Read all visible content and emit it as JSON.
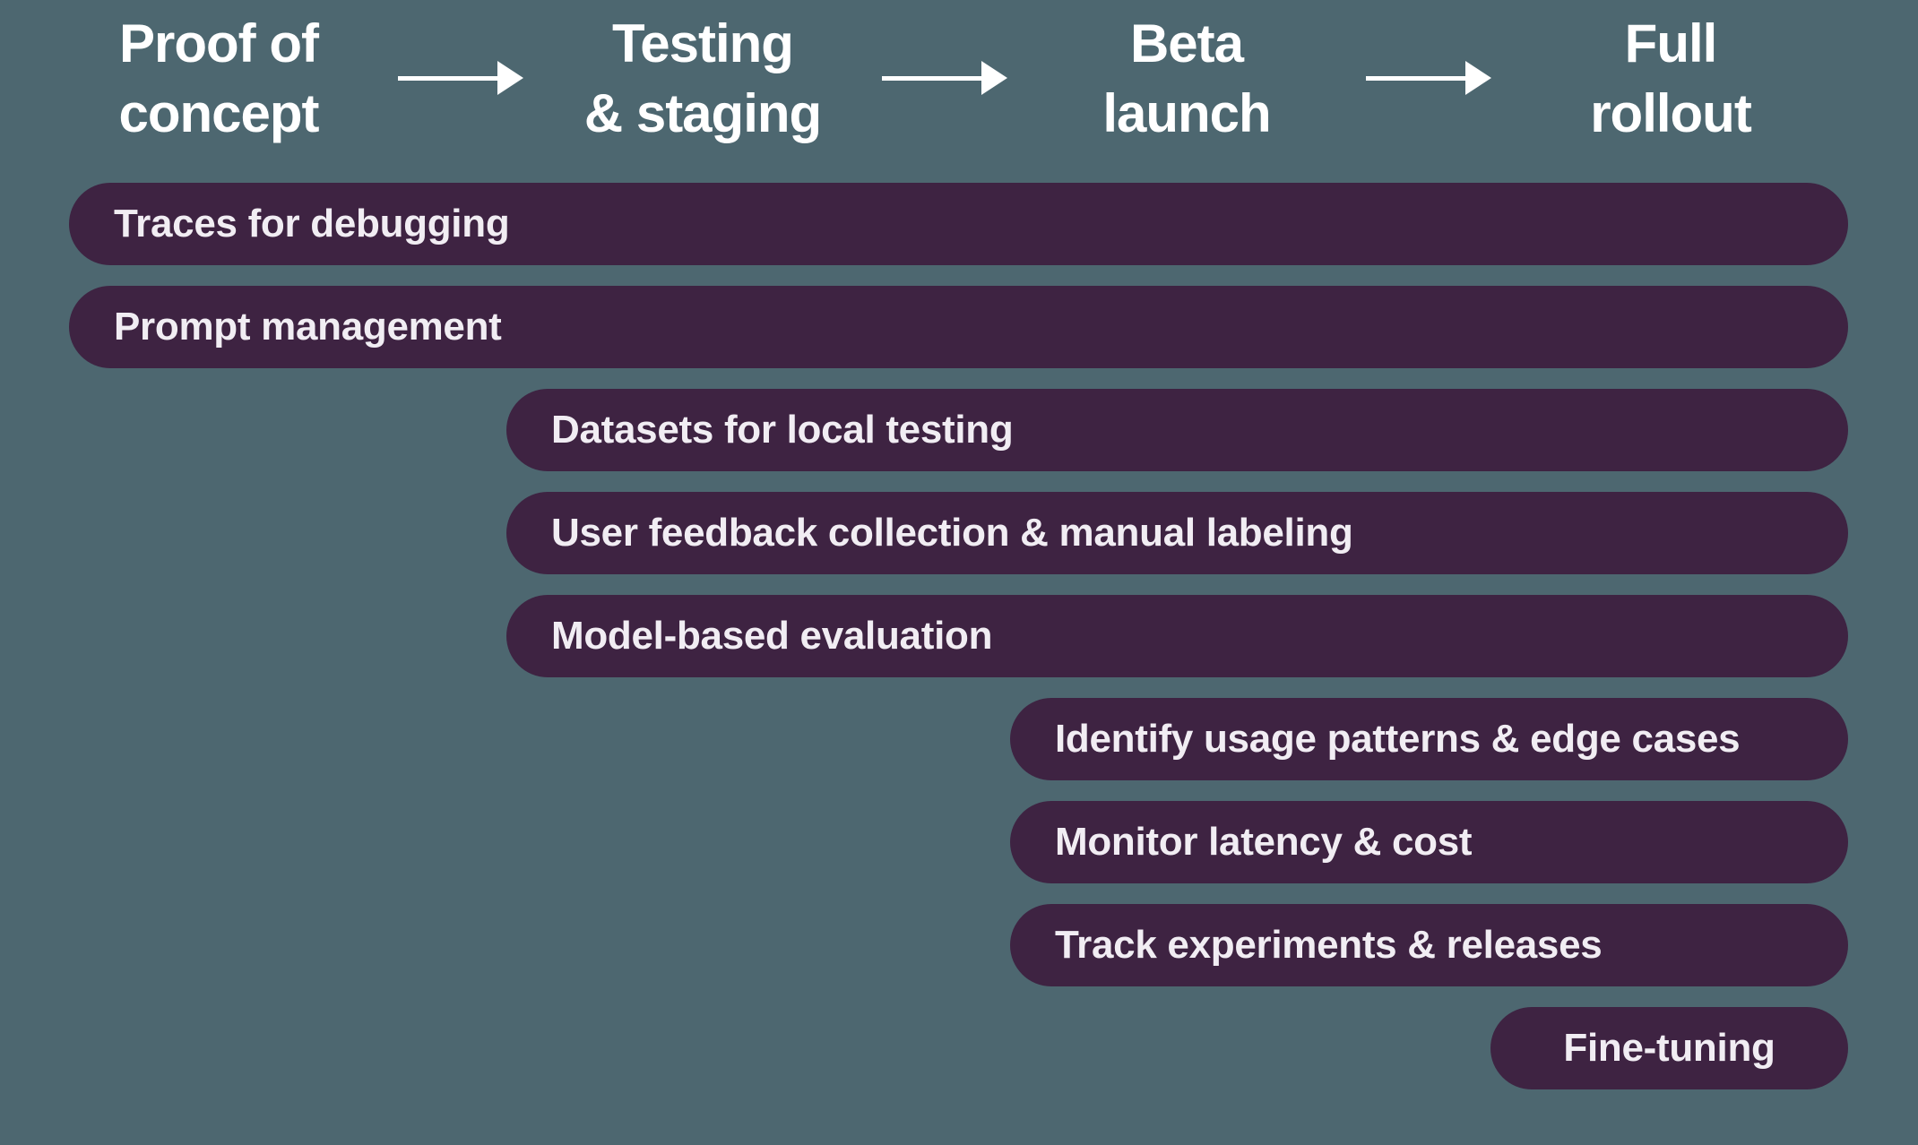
{
  "colors": {
    "background": "#4d6770",
    "bar": "#3e2342",
    "header_text": "#ffffff",
    "bar_text": "#f1edf3",
    "arrow": "#ffffff"
  },
  "header": {
    "stages": [
      {
        "line1": "Proof of",
        "line2": "concept"
      },
      {
        "line1": "Testing",
        "line2": "& staging"
      },
      {
        "line1": "Beta",
        "line2": "launch"
      },
      {
        "line1": "Full",
        "line2": "rollout"
      }
    ],
    "arrow_icon": "right-arrow-icon"
  },
  "bars": [
    {
      "label": "Traces for debugging",
      "starts_at": "Proof of concept",
      "ends_at": "Full rollout"
    },
    {
      "label": "Prompt management",
      "starts_at": "Proof of concept",
      "ends_at": "Full rollout"
    },
    {
      "label": "Datasets for local testing",
      "starts_at": "Testing & staging",
      "ends_at": "Full rollout"
    },
    {
      "label": "User feedback collection & manual labeling",
      "starts_at": "Testing & staging",
      "ends_at": "Full rollout"
    },
    {
      "label": "Model-based evaluation",
      "starts_at": "Testing & staging",
      "ends_at": "Full rollout"
    },
    {
      "label": "Identify usage patterns & edge cases",
      "starts_at": "Beta launch",
      "ends_at": "Full rollout"
    },
    {
      "label": "Monitor latency & cost",
      "starts_at": "Beta launch",
      "ends_at": "Full rollout"
    },
    {
      "label": "Track experiments & releases",
      "starts_at": "Beta launch",
      "ends_at": "Full rollout"
    },
    {
      "label": "Fine-tuning",
      "starts_at": "Full rollout",
      "ends_at": "Full rollout"
    }
  ]
}
